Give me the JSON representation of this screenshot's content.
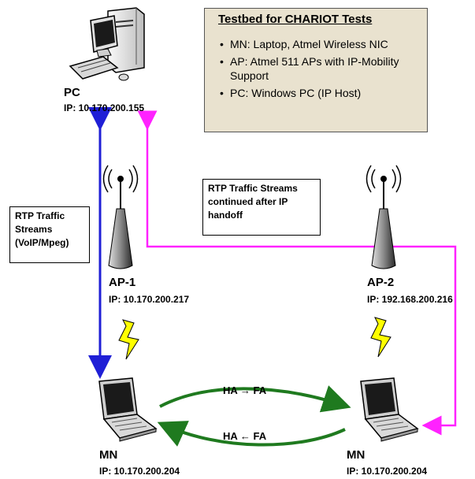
{
  "testbed": {
    "title": "Testbed for CHARIOT Tests",
    "items": [
      "MN: Laptop, Atmel Wireless NIC",
      "AP: Atmel 511 APs with IP-Mobility Support",
      "PC: Windows PC (IP Host)"
    ]
  },
  "pc": {
    "name": "PC",
    "ip": "IP: 10.170.200.155"
  },
  "ap1": {
    "name": "AP-1",
    "ip": "IP: 10.170.200.217"
  },
  "ap2": {
    "name": "AP-2",
    "ip": "IP: 192.168.200.216"
  },
  "mn_left": {
    "name": "MN",
    "ip": "IP: 10.170.200.204"
  },
  "mn_right": {
    "name": "MN",
    "ip": "IP: 10.170.200.204"
  },
  "note_left": "RTP Traffic Streams (VoIP/Mpeg)",
  "note_right": "RTP Traffic Streams continued after IP handoff",
  "flow_ha_fa": "HA → FA",
  "flow_fa_ha": "HA ← FA",
  "colors": {
    "blue_stream": "#1f1fd6",
    "magenta_stream": "#ff22ff",
    "green_flow": "#1f7a1f",
    "lightning": "#ffff00",
    "info_bg": "#e9e2cf"
  }
}
